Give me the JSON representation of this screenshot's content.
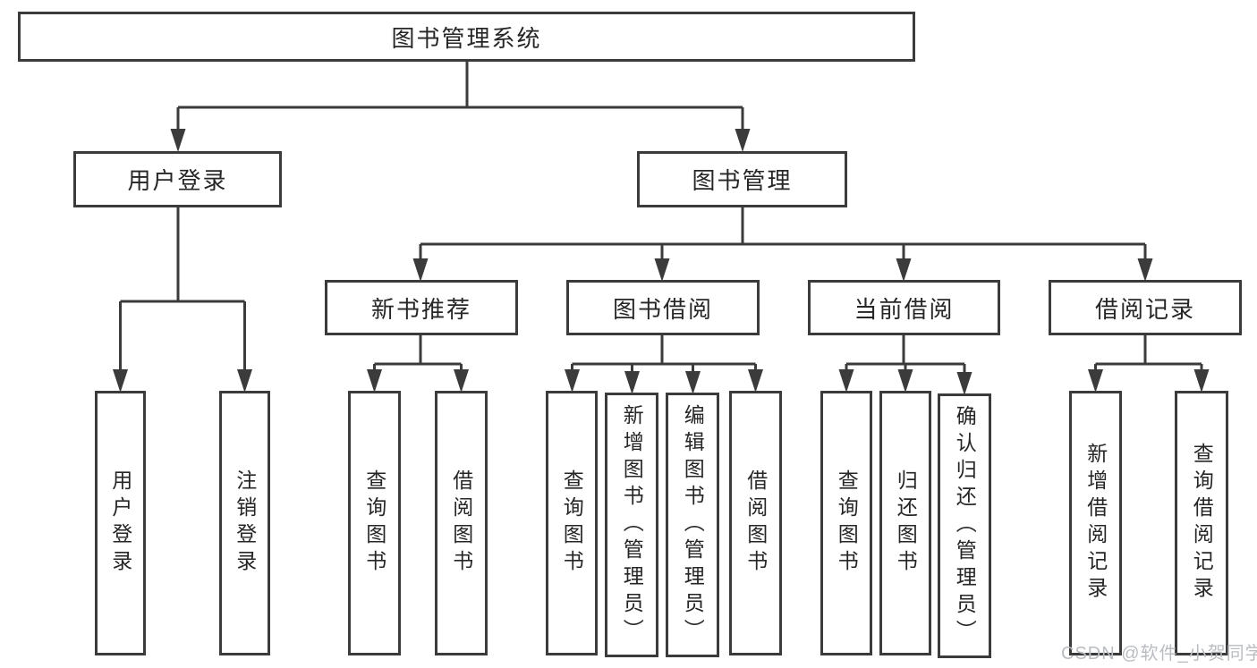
{
  "colors": {
    "background": "#ffffff",
    "line": "#3b3b3b",
    "text": "#262626",
    "watermark": "#b9bdc2"
  },
  "watermark": {
    "text": "CSDN @软件_小贺同学"
  },
  "tree": {
    "root": {
      "label": "图书管理系统"
    },
    "branches": [
      {
        "label": "用户登录",
        "children": [
          {
            "label": "用户登录"
          },
          {
            "label": "注销登录"
          }
        ]
      },
      {
        "label": "图书管理",
        "children": [
          {
            "label": "新书推荐",
            "children": [
              {
                "label": "查询图书"
              },
              {
                "label": "借阅图书"
              }
            ]
          },
          {
            "label": "图书借阅",
            "children": [
              {
                "label": "查询图书"
              },
              {
                "label": "新增图书（管理员）"
              },
              {
                "label": "编辑图书（管理员）"
              },
              {
                "label": "借阅图书"
              }
            ]
          },
          {
            "label": "当前借阅",
            "children": [
              {
                "label": "查询图书"
              },
              {
                "label": "归还图书"
              },
              {
                "label": "确认归还（管理员）"
              }
            ]
          },
          {
            "label": "借阅记录",
            "children": [
              {
                "label": "新增借阅记录"
              },
              {
                "label": "查询借阅记录"
              }
            ]
          }
        ]
      }
    ]
  }
}
